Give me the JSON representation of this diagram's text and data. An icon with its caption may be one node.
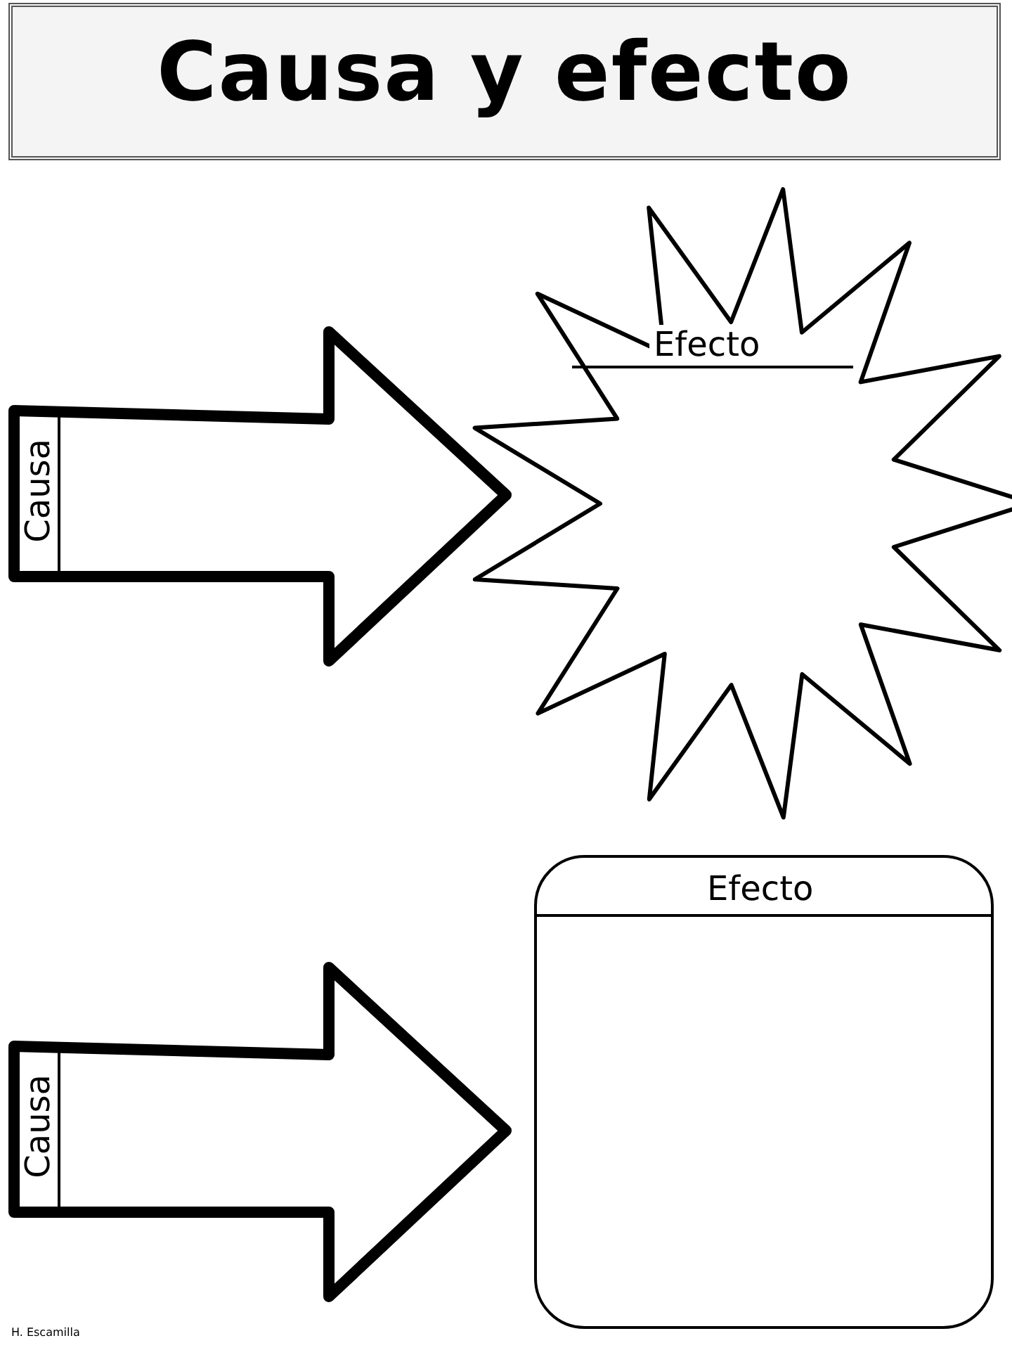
{
  "diagram": {
    "title": "Causa y efecto",
    "nodes": [
      {
        "text": [
          "Causa"
        ]
      },
      {
        "text": [
          "Efecto"
        ]
      },
      {
        "text": [
          "Causa"
        ]
      },
      {
        "text": [
          "Efecto"
        ]
      }
    ],
    "labels": [
      "H. Escamilla"
    ]
  }
}
